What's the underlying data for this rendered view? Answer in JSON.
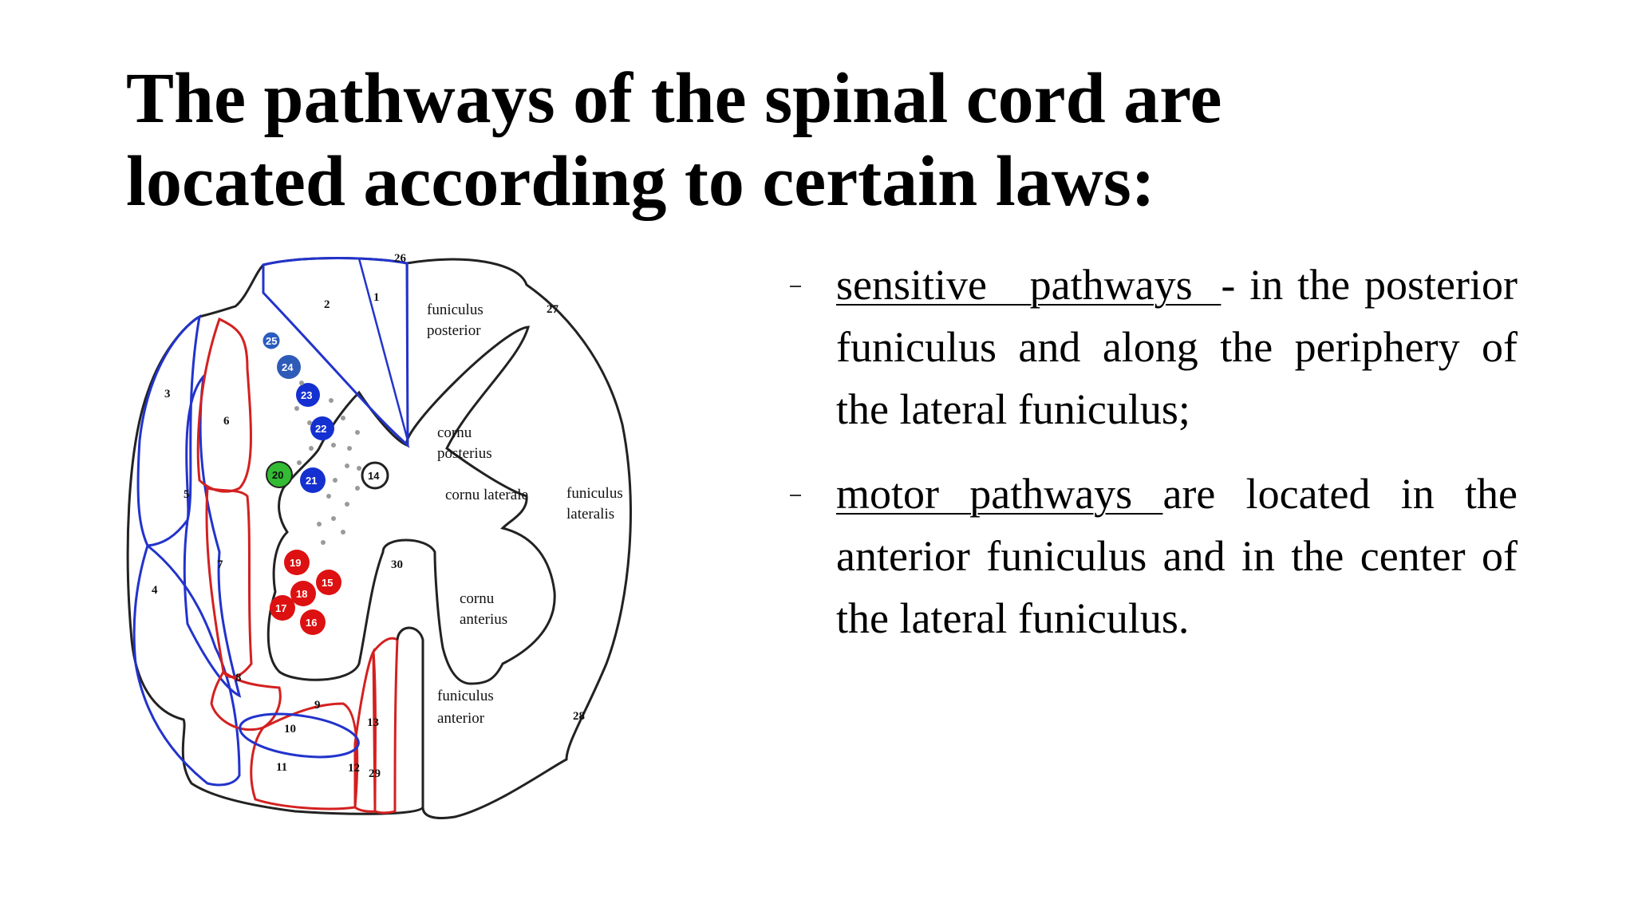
{
  "title": {
    "line1": "The pathways of the spinal cord are",
    "line2": "located according to certain laws:"
  },
  "figure": {
    "labels": {
      "funiculus_posterior_1": "funiculus",
      "funiculus_posterior_2": "posterior",
      "cornu_posterius_1": "cornu",
      "cornu_posterius_2": "posterius",
      "cornu_laterale": "cornu laterale",
      "funiculus_lateralis_1": "funiculus",
      "funiculus_lateralis_2": "lateralis",
      "cornu_anterius_1": "cornu",
      "cornu_anterius_2": "anterius",
      "funiculus_anterior_1": "funiculus",
      "funiculus_anterior_2": "anterior"
    },
    "numbers": {
      "n1": "1",
      "n2": "2",
      "n3": "3",
      "n4": "4",
      "n5": "5",
      "n6": "6",
      "n7": "7",
      "n8": "8",
      "n9": "9",
      "n10": "10",
      "n11": "11",
      "n12": "12",
      "n13": "13",
      "n14": "14",
      "n15": "15",
      "n16": "16",
      "n17": "17",
      "n18": "18",
      "n19": "19",
      "n20": "20",
      "n21": "21",
      "n22": "22",
      "n23": "23",
      "n24": "24",
      "n25": "25",
      "n26": "26",
      "n27": "27",
      "n28": "28",
      "n29": "29",
      "n30": "30"
    },
    "colors": {
      "outline": "#222222",
      "sensory": "#2233cc",
      "motor": "#d42020",
      "green": "#33bb33"
    }
  },
  "bullets": [
    {
      "underlined": "sensitive   pathways  ",
      "text": "-   in   the posterior funiculus and along the periphery of the lateral funiculus;"
    },
    {
      "underlined": "motor pathways ",
      "text": "are located in the anterior funiculus and in the center of the lateral funiculus."
    }
  ]
}
